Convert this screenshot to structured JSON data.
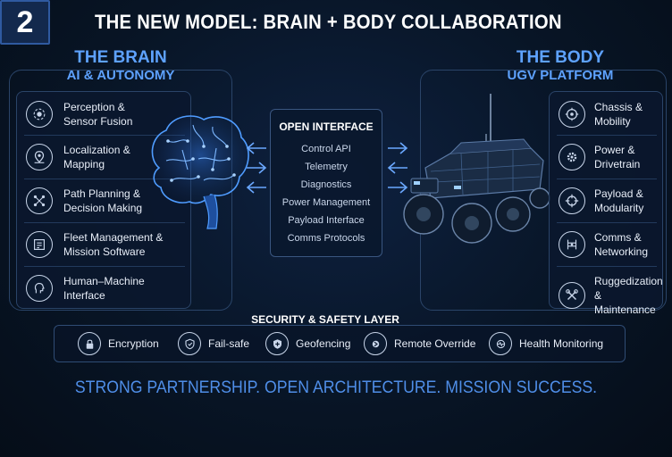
{
  "badge": "2",
  "title": "THE NEW MODEL: BRAIN + BODY COLLABORATION",
  "brain": {
    "title": "THE BRAIN",
    "subtitle": "AI & AUTONOMY",
    "items": [
      {
        "line1": "Perception &",
        "line2": "Sensor Fusion",
        "icon": "sensor-icon"
      },
      {
        "line1": "Localization &",
        "line2": "Mapping",
        "icon": "map-pin-icon"
      },
      {
        "line1": "Path Planning &",
        "line2": "Decision Making",
        "icon": "path-icon"
      },
      {
        "line1": "Fleet Management &",
        "line2": "Mission Software",
        "icon": "fleet-icon"
      },
      {
        "line1": "Human–Machine",
        "line2": "Interface",
        "icon": "head-icon"
      }
    ]
  },
  "body": {
    "title": "THE BODY",
    "subtitle": "UGV PLATFORM",
    "items": [
      {
        "line1": "Chassis &",
        "line2": "Mobility",
        "icon": "chassis-icon"
      },
      {
        "line1": "Power &",
        "line2": "Drivetrain",
        "icon": "gear-icon"
      },
      {
        "line1": "Payload &",
        "line2": "Modularity",
        "icon": "payload-icon"
      },
      {
        "line1": "Comms &",
        "line2": "Networking",
        "icon": "comms-icon"
      },
      {
        "line1": "Ruggedization &",
        "line2": "Maintenance",
        "icon": "wrench-icon"
      }
    ]
  },
  "open_interface": {
    "title": "OPEN INTERFACE",
    "items": [
      "Control API",
      "Telemetry",
      "Diagnostics",
      "Power Management",
      "Payload Interface",
      "Comms Protocols"
    ]
  },
  "security": {
    "title": "SECURITY & SAFETY LAYER",
    "items": [
      {
        "label": "Encryption",
        "icon": "lock-icon"
      },
      {
        "label": "Fail-safe",
        "icon": "shield-icon"
      },
      {
        "label": "Geofencing",
        "icon": "geofence-shield-icon"
      },
      {
        "label": "Remote Override",
        "icon": "override-icon"
      },
      {
        "label": "Health Monitoring",
        "icon": "health-icon"
      }
    ]
  },
  "tagline": "STRONG PARTNERSHIP. OPEN ARCHITECTURE. MISSION SUCCESS.",
  "colors": {
    "accent": "#5ea2ff",
    "background": "#081526",
    "arrow": "#6aa8ff"
  }
}
